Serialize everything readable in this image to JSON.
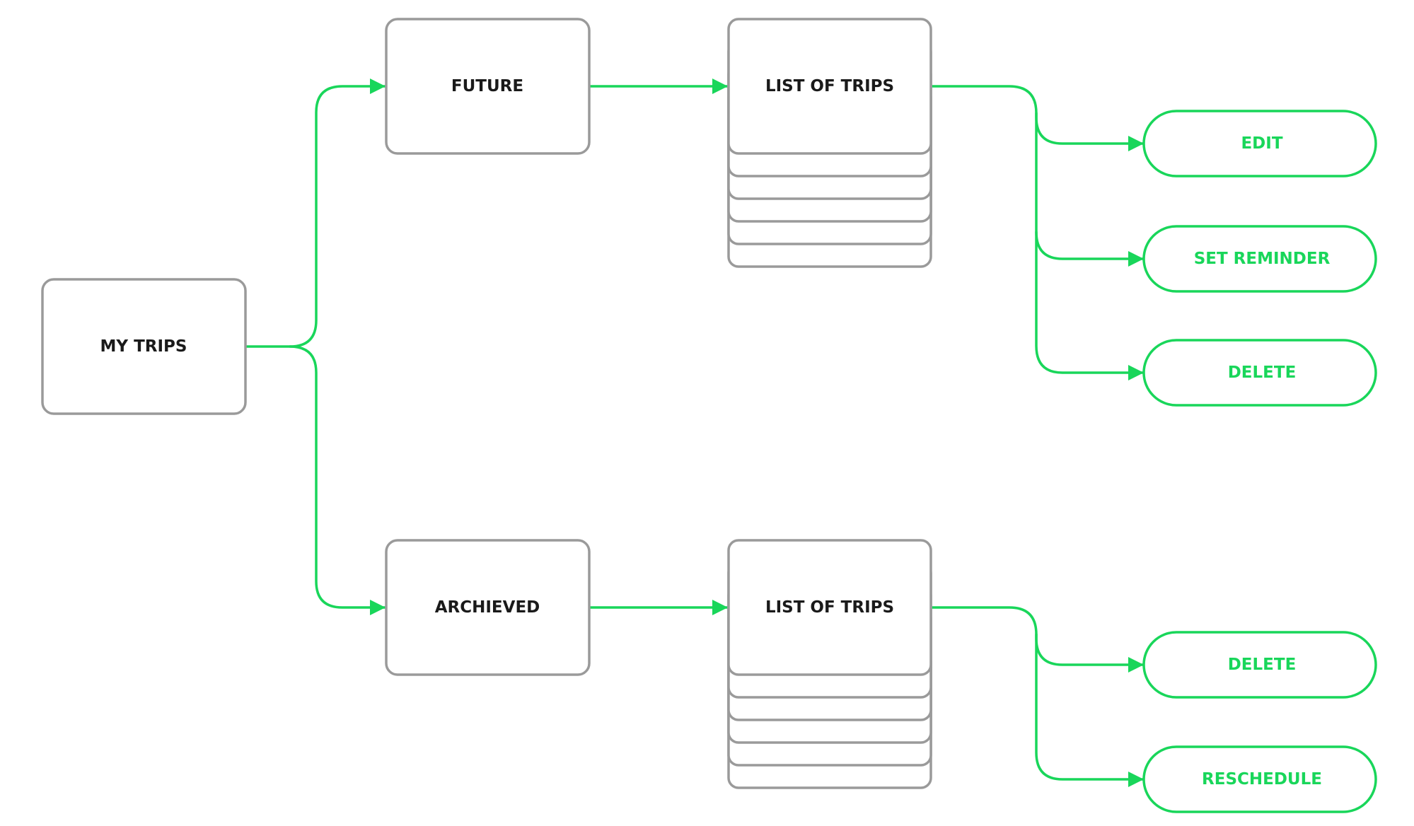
{
  "colors": {
    "accent": "#19d65a",
    "box_border": "#9a9a9a",
    "box_text": "#1a1a1a"
  },
  "nodes": {
    "my_trips": "MY TRIPS",
    "future": "FUTURE",
    "archived": "ARCHIEVED",
    "future_list": "LIST OF TRIPS",
    "archived_list": "LIST OF TRIPS"
  },
  "future_actions": [
    "EDIT",
    "SET REMINDER",
    "DELETE"
  ],
  "archived_actions": [
    "DELETE",
    "RESCHEDULE"
  ]
}
